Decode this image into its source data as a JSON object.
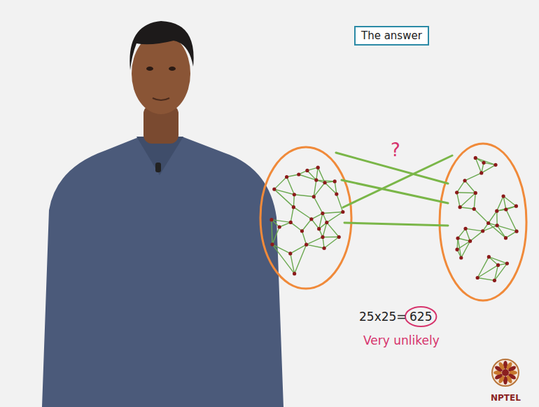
{
  "diagram": {
    "nodes": [
      {
        "text": [
          "The answer"
        ]
      }
    ],
    "labels": [
      "?",
      "25x25=",
      "625",
      "Very unlikely",
      "NPTEL"
    ]
  }
}
